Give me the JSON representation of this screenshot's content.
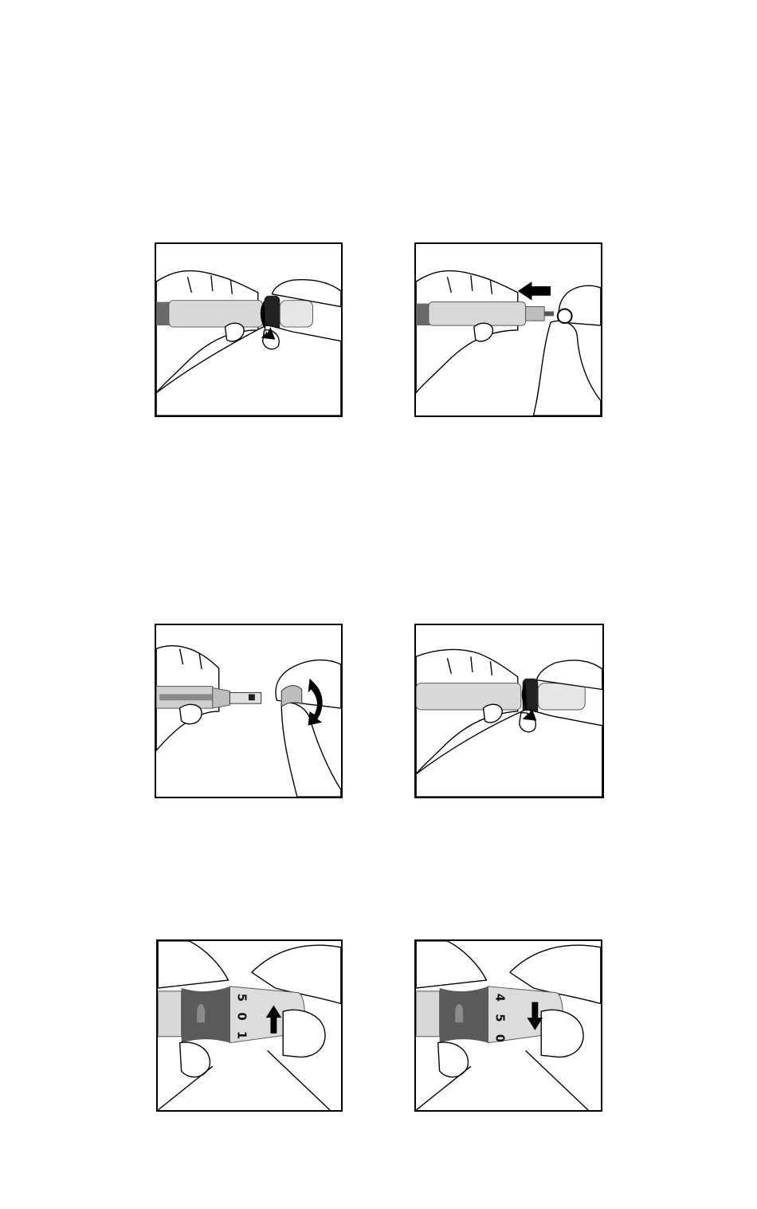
{
  "figures": [
    {
      "id": "step-1",
      "arrow": "rotate-down"
    },
    {
      "id": "step-2",
      "arrow": "left"
    },
    {
      "id": "step-3",
      "arrow": "rotate-up"
    },
    {
      "id": "step-4",
      "arrow": "rotate-down"
    },
    {
      "id": "step-5",
      "arrow": "up",
      "dial_marks": [
        "5",
        "0",
        "1"
      ]
    },
    {
      "id": "step-6",
      "arrow": "down",
      "dial_marks": [
        "4",
        "5",
        "0"
      ]
    }
  ],
  "colors": {
    "device_light": "#d8d8d8",
    "device_dark": "#6a6a6a",
    "arrow": "#000000"
  }
}
